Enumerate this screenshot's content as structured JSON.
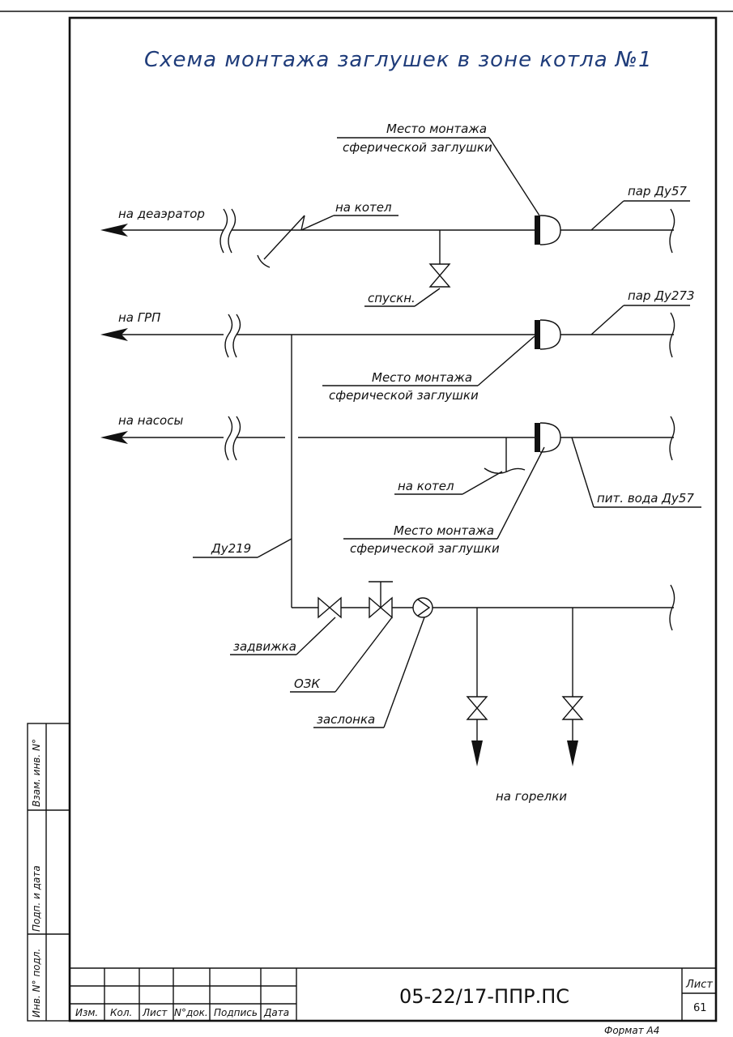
{
  "title": "Схема монтажа заглушек в зоне котла №1",
  "labels": {
    "mount_line1": "Место монтажа",
    "mount_line2": "сферической заглушки",
    "na_deaerator": "на деаэратор",
    "na_kotel": "на котел",
    "spuskn": "спускн.",
    "par_du57": "пар Ду57",
    "na_grp": "на ГРП",
    "par_du273": "пар Ду273",
    "na_nasosy": "на насосы",
    "pit_voda": "пит. вода Ду57",
    "du219": "Ду219",
    "zadvizhka": "задвижка",
    "ozk": "ОЗК",
    "zaslonka": "заслонка",
    "na_gorelki": "на горелки"
  },
  "side_stamp": {
    "vzam_inv": "Взам. инв. N°",
    "podp_data": "Подп. и дата",
    "inv_podl": "Инв. N° подл."
  },
  "title_block": {
    "columns": [
      "Изм.",
      "Кол.",
      "Лист",
      "N°док.",
      "Подпись",
      "Дата"
    ],
    "document_code": "05-22/17-ППР.ПС",
    "sheet_label": "Лист",
    "sheet_number": "61"
  },
  "format": "Формат А4",
  "colors": {
    "title": "#1f3c7a",
    "lines": "#111111"
  }
}
